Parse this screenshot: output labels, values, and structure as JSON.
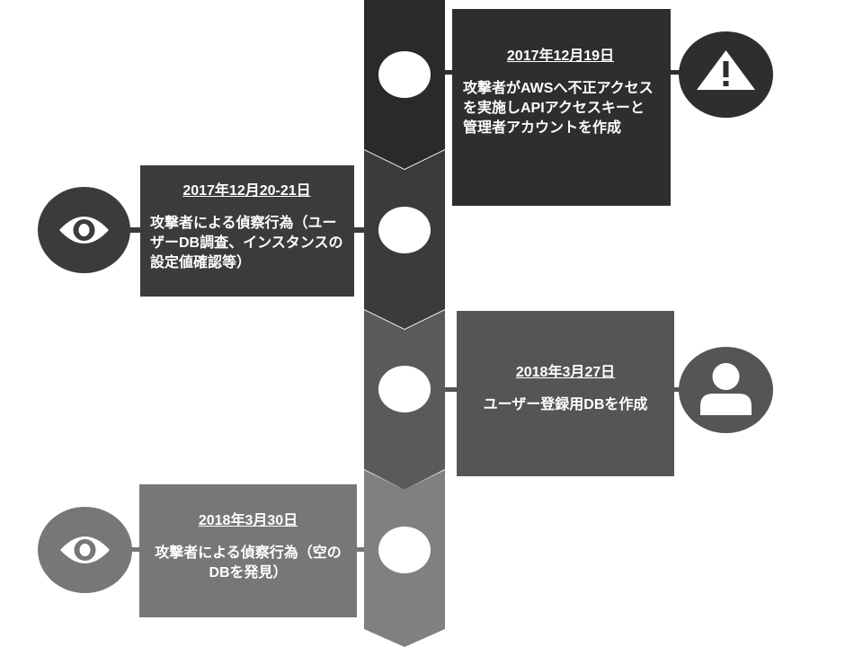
{
  "events": [
    {
      "date": "2017年12月19日",
      "description": "攻撃者がAWSへ不正アクセスを実施しAPIアクセスキーと管理者アカウントを作成",
      "icon": "warning-icon",
      "color": "#2e2e2e"
    },
    {
      "date": "2017年12月20-21日",
      "description": "攻撃者による偵察行為（ユーザーDB調査、インスタンスの設定値確認等）",
      "icon": "eye-icon",
      "color": "#3b3b3b"
    },
    {
      "date": "2018年3月27日",
      "description": "ユーザー登録用DBを作成",
      "icon": "user-icon",
      "color": "#555555"
    },
    {
      "date": "2018年3月30日",
      "description": "攻撃者による偵察行為（空のDBを発見）",
      "icon": "eye-icon",
      "color": "#777777"
    }
  ]
}
